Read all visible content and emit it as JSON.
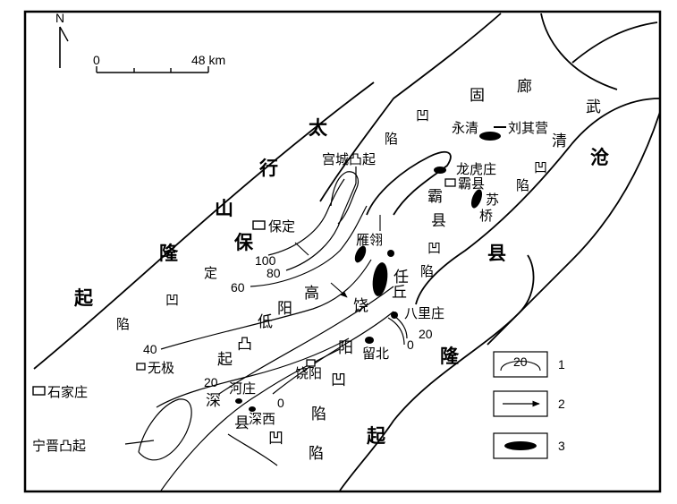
{
  "north_label": "N",
  "scale": {
    "start": "0",
    "end": "48 km"
  },
  "regions": {
    "taihang_1": "太",
    "taihang_2": "行",
    "taihang_3": "山",
    "taihang_4": "隆",
    "taihang_5": "起",
    "langgu_1": "廊",
    "langgu_2": "固",
    "langgu_3": "凹",
    "langgu_4": "陷",
    "wuqing_1": "武",
    "wuqing_2": "清",
    "wuqing_3": "凹",
    "wuqing_4": "陷",
    "cangxian_1": "沧",
    "cangxian_2": "县",
    "cangxian_3": "隆",
    "cangxian_4": "起",
    "baxian_1": "霸",
    "baxian_2": "县",
    "baxian_3": "凹",
    "baxian_4": "陷",
    "baoding_1": "保",
    "baoding_2": "定",
    "baoding_3": "凹",
    "baoding_4": "陷",
    "gaoyang_1": "高",
    "gaoyang_2": "阳",
    "gaoyang_3": "低",
    "gaoyang_4": "凸",
    "gaoyang_5": "起",
    "raoyang_1": "饶",
    "raoyang_2": "阳",
    "raoyang_3": "凹",
    "raoyang_4": "陷",
    "shenxian_1": "深",
    "shenxian_2": "县",
    "shenxian_3": "凹",
    "shenxian_4": "陷",
    "gongcheng_uplift": "宫城凸起",
    "ningjin_uplift": "宁晋凸起"
  },
  "places": {
    "yongqing": "永清",
    "liuqiying": "刘其营",
    "longhuzhuang": "龙虎庄",
    "baxian": "霸县",
    "suqiao_1": "苏",
    "suqiao_2": "桥",
    "baoding": "保定",
    "yanling": "雁翎",
    "renqiu_1": "任",
    "renqiu_2": "丘",
    "balizhuang": "八里庄",
    "liubei": "留北",
    "raoyang": "饶阳",
    "hezhuang": "河庄",
    "shenxi": "深西",
    "wuji": "无极",
    "shijiazhuang": "石家庄"
  },
  "contours": [
    "100",
    "80",
    "60",
    "40",
    "20",
    "20",
    "0",
    "0"
  ],
  "legend": [
    {
      "sample": "20",
      "label": "1"
    },
    {
      "label": "2"
    },
    {
      "label": "3"
    }
  ]
}
